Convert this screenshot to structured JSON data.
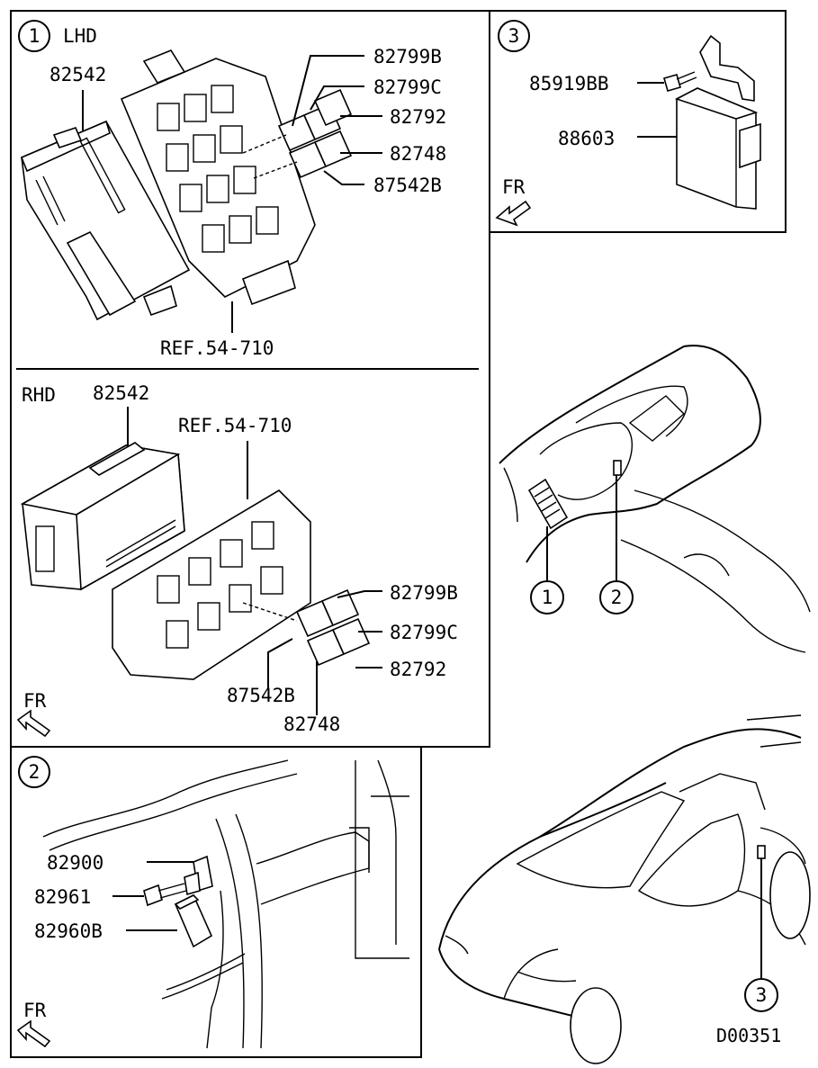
{
  "panel1": {
    "number": "1",
    "lhd": {
      "heading": "LHD",
      "labels": {
        "p82542": "82542",
        "p82799B": "82799B",
        "p82799C": "82799C",
        "p82792": "82792",
        "p82748": "82748",
        "p87542B": "87542B",
        "ref": "REF.54-710"
      }
    },
    "rhd": {
      "heading": "RHD",
      "labels": {
        "p82542": "82542",
        "ref": "REF.54-710",
        "p82799B": "82799B",
        "p82799C": "82799C",
        "p82792": "82792",
        "p87542B": "87542B",
        "p82748": "82748"
      },
      "fr": "FR"
    }
  },
  "panel2": {
    "number": "2",
    "labels": {
      "p82900": "82900",
      "p82961": "82961",
      "p82960B": "82960B"
    },
    "fr": "FR"
  },
  "panel3": {
    "number": "3",
    "labels": {
      "p85919BB": "85919BB",
      "p88603": "88603"
    },
    "fr": "FR"
  },
  "overview": {
    "callout1": "1",
    "callout2": "2",
    "callout3": "3"
  },
  "drawing_code": "D00351"
}
